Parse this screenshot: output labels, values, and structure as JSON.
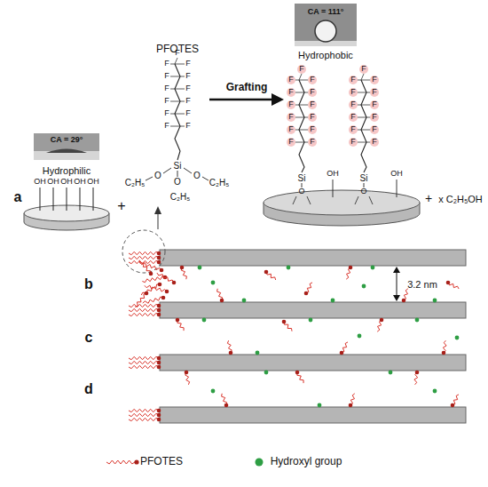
{
  "diagram": {
    "labels": [
      "a",
      "CA = 29°",
      "Hydrophilic",
      "OH",
      "OH",
      "OH",
      "OH",
      "OH",
      "+",
      "PFOTES",
      "F",
      "F",
      "F",
      "F",
      "F",
      "F",
      "F",
      "F",
      "F",
      "F",
      "F",
      "F",
      "F",
      "Si",
      "O",
      "C₂H₅",
      "O",
      "C₂H₅",
      "O",
      "C₂H₅",
      "Grafting",
      "CA = 111°",
      "Hydrophobic",
      "F",
      "F",
      "F",
      "F",
      "F",
      "F",
      "F",
      "F",
      "F",
      "F",
      "F",
      "F",
      "F",
      "F",
      "F",
      "F",
      "F",
      "F",
      "F",
      "F",
      "F",
      "F",
      "F",
      "F",
      "F",
      "F",
      "Si",
      "Si",
      "O",
      "O",
      "OH",
      "OH",
      "+",
      "x C₂H₅OH",
      "b",
      "3.2 nm",
      "c",
      "d"
    ],
    "legend": [
      {
        "text": "PFOTES"
      },
      {
        "text": "Hydroxyl group",
        "color": "#2e9e44"
      }
    ]
  }
}
